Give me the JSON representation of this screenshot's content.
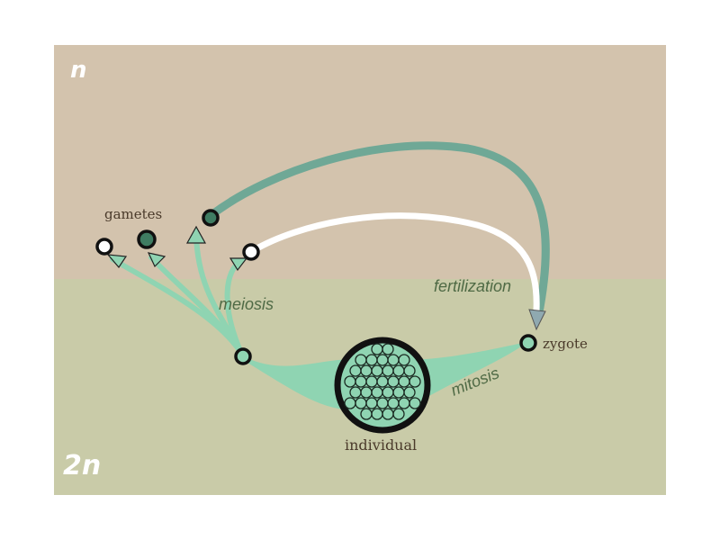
{
  "labels": {
    "haploid": "n",
    "diploid": "2n",
    "gametes": "gametes",
    "meiosis": "meiosis",
    "fertilization": "fertilization",
    "zygote": "zygote",
    "mitosis": "mitosis",
    "individual": "individual"
  },
  "colors": {
    "haploid_background": "#d3c3ad",
    "diploid_background": "#c9cba8",
    "cell_fill": "#8fd4b2",
    "dark_gamete": "#3f7c62",
    "arc_teal": "#6fa896",
    "outline": "#111111"
  }
}
